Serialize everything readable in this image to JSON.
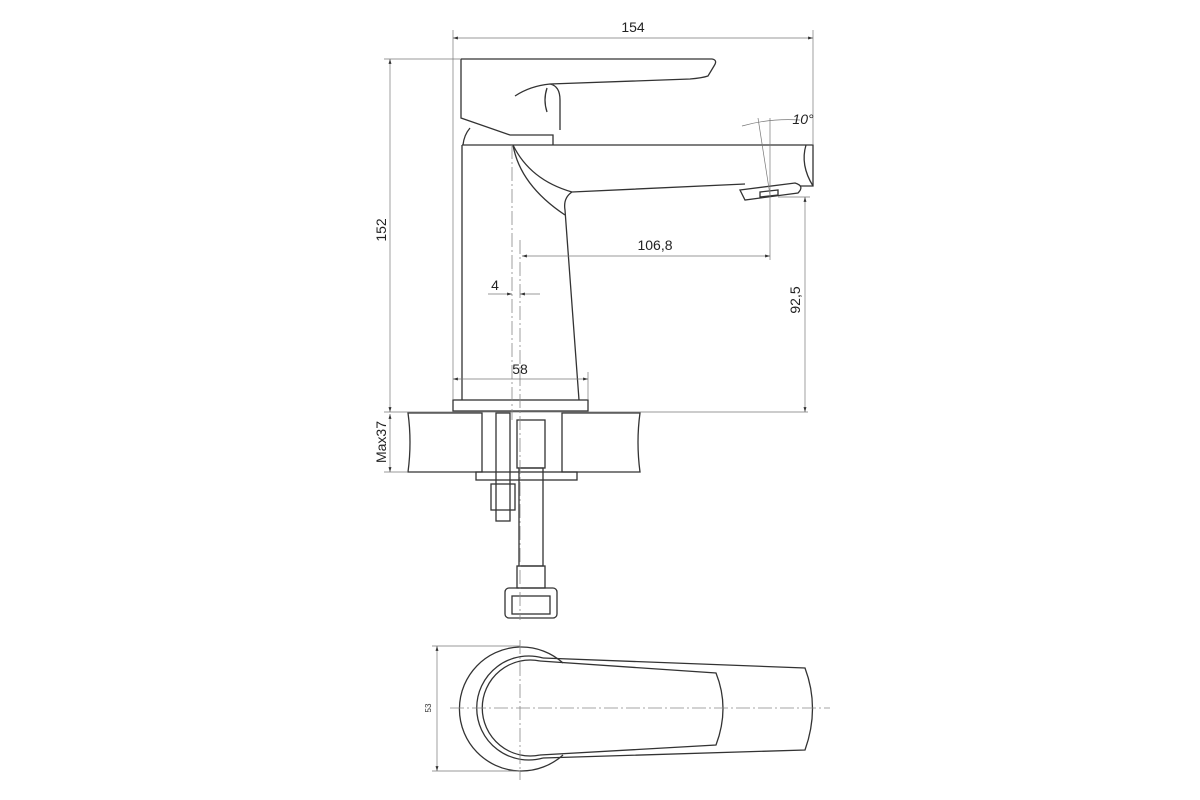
{
  "title": "Single-lever basin mixer technical drawing",
  "dimensions": {
    "overall_width": "154",
    "overall_height": "152",
    "spout_angle": "10°",
    "spout_reach": "106,8",
    "offset": "4",
    "base_diameter": "58",
    "spout_height": "92,5",
    "max_counter_thickness": "Max37",
    "plan_width": "53"
  }
}
